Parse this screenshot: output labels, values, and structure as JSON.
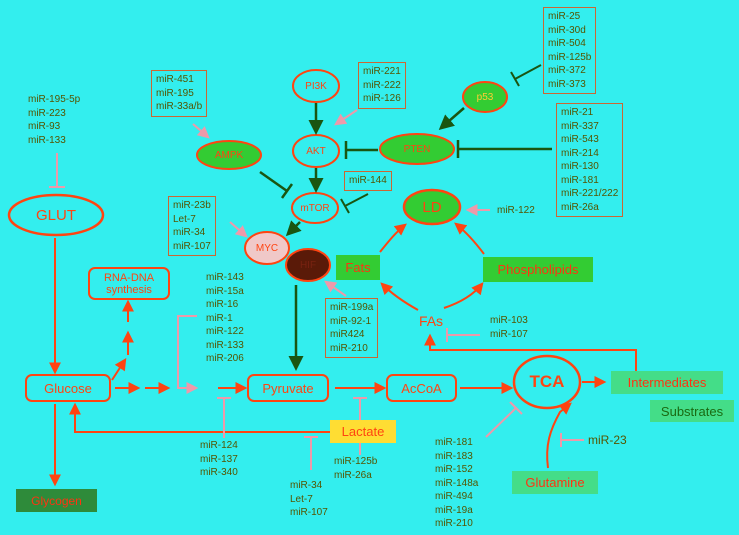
{
  "nodes": {
    "glut": "GLUT",
    "rna_dna": "RNA-DNA\nsynthesis",
    "glucose": "Glucose",
    "glycogen": "Glycogen",
    "pyruvate": "Pyruvate",
    "accoa": "AcCoA",
    "tca": "TCA",
    "lactate": "Lactate",
    "intermediates": "Intermediates",
    "substrates": "Substrates",
    "glutamine": "Glutamine",
    "fas": "FAs",
    "fats": "Fats",
    "phospholipids": "Phospholipids",
    "ld": "LD",
    "myc": "MYC",
    "hif": "HIF",
    "mtor": "mTOR",
    "akt": "AKT",
    "pi3k": "PI3K",
    "ampk": "AMPK",
    "pten": "PTEN",
    "p53": "p53"
  },
  "mirnas": {
    "glut": "miR-195-5p\nmiR-223\nmiR-93\nmiR-133",
    "ampk": "miR-451\nmiR-195\nmiR-33a/b",
    "pi3k": "miR-221\nmiR-222\nmiR-126",
    "p53": "miR-25\nmiR-30d\nmiR-504\nmiR-125b\nmiR-372\nmiR-373",
    "pten": "miR-21\nmiR-337\nmiR-543\nmiR-214\nmiR-130\nmiR-181\nmiR-221/222\nmiR-26a",
    "mtor": "miR-144",
    "myc": "miR-23b\nLet-7\nmiR-34\nmiR-107",
    "ld": "miR-122",
    "glycolysis": "miR-143\nmiR-15a\nmiR-16\nmiR-1\nmiR-122\nmiR-133\nmiR-206",
    "hif": "miR-199a\nmiR-92-1\nmiR424\nmiR-210",
    "fas": "miR-103\nmiR-107",
    "pyruvate_left": "miR-124\nmiR-137\nmiR-340",
    "lactate_bottom": "miR-34\nLet-7\nmiR-107",
    "lactate_right": "miR-125b\nmiR-26a",
    "tca": "miR-181\nmiR-183\nmiR-152\nmiR-148a\nmiR-494\nmiR-19a\nmiR-210",
    "glutamine": "miR-23"
  },
  "colors": {
    "background": "#33eeee",
    "arrow_red": "#ff4411",
    "inhibit_dark": "#1a5511",
    "inhibit_pink": "#ee99aa",
    "green_fill": "#33cc33",
    "mirna_text": "#555500"
  }
}
